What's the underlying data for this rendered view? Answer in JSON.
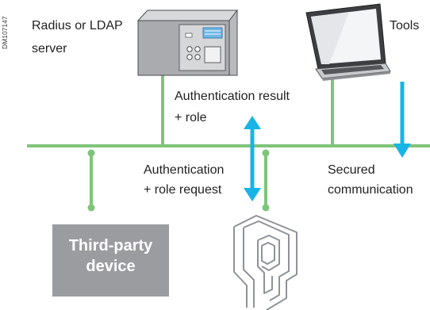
{
  "document_id": "DM107147",
  "nodes": {
    "server_label_line1": "Radius or LDAP",
    "server_label_line2": "server",
    "tools_label": "Tools",
    "device_label_line1": "Third-party",
    "device_label_line2": "device"
  },
  "flows": {
    "result_line1": "Authentication result",
    "result_line2": "+ role",
    "request_line1": "Authentication",
    "request_line2": "+ role request",
    "secured_line1": "Secured",
    "secured_line2": "communication"
  },
  "colors": {
    "network": "#7fc47a",
    "arrow": "#18b4e6",
    "device_box": "#9a9ca0",
    "icon_stroke": "#8f9398"
  }
}
